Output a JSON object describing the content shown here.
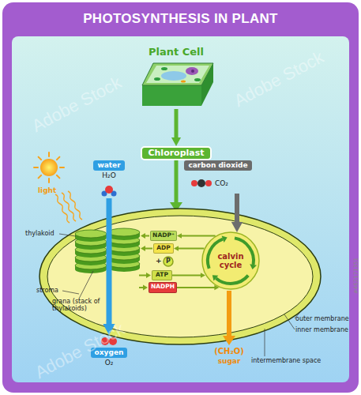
{
  "diagram": {
    "title": "PHOTOSYNTHESIS IN PLANT",
    "nodes": [
      {
        "text": [
          "Plant Cell"
        ]
      },
      {
        "text": [
          "Chloroplast"
        ]
      },
      {
        "text": [
          "water",
          "H₂O"
        ]
      },
      {
        "text": [
          "carbon dioxide",
          "CO₂"
        ]
      },
      {
        "text": [
          "NADP⁺"
        ]
      },
      {
        "text": [
          "ADP"
        ]
      },
      {
        "text": [
          "P"
        ]
      },
      {
        "text": [
          "ATP"
        ]
      },
      {
        "text": [
          "NADPH"
        ]
      },
      {
        "text": [
          "calvin cycle"
        ]
      },
      {
        "text": [
          "oxygen",
          "O₂"
        ]
      }
    ],
    "edges": [
      {
        "from": 0,
        "to": 1,
        "arrow": "to"
      },
      {
        "from": 2,
        "to": 10,
        "arrow": "to"
      },
      {
        "from": 3,
        "to": 9,
        "arrow": "to"
      },
      {
        "from": 9,
        "to": 4,
        "arrow": "to"
      },
      {
        "from": 9,
        "to": 5,
        "arrow": "to"
      },
      {
        "from": 7,
        "to": 9,
        "arrow": "to"
      },
      {
        "from": 8,
        "to": 9,
        "arrow": "to"
      }
    ],
    "labels": [
      "light",
      "thylakoid",
      "+",
      "stroma",
      "grana (stack of thylakoids)",
      "outer membrane",
      "inner membrane",
      "(CH₂O)",
      "sugar",
      "intermembrane space",
      "Adobe Stock",
      "Adobe Stock",
      "Adobe Stock",
      "#462171351"
    ]
  }
}
